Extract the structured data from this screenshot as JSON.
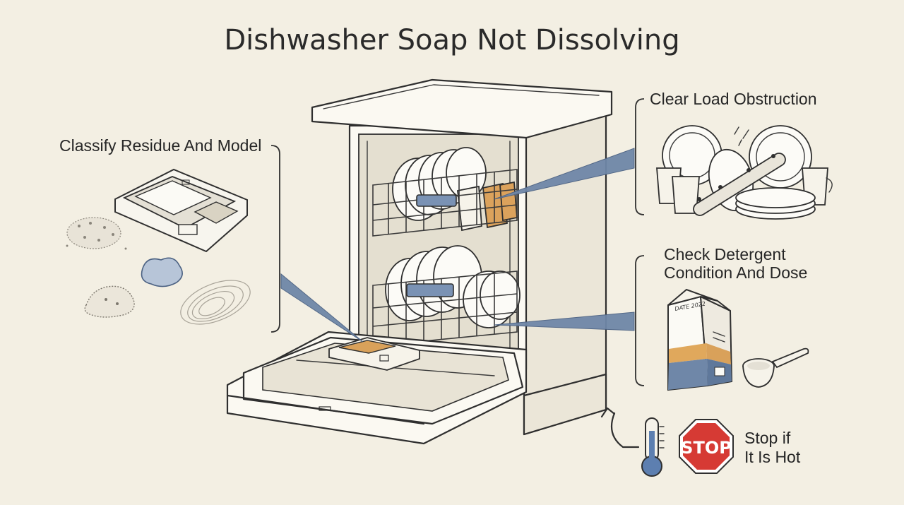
{
  "title": "Dishwasher Soap Not Dissolving",
  "labels": {
    "classify": "Classify Residue And Model",
    "clear_load": "Clear Load Obstruction",
    "check_detergent_line1": "Check Detergent",
    "check_detergent_line2": "Condition And Dose",
    "stop_line1": "Stop if",
    "stop_line2": "It Is Hot"
  },
  "sign": {
    "stop": "STOP"
  },
  "carton": {
    "date": "DATE 2022"
  },
  "colors": {
    "background": "#f3efe3",
    "callout_blue": "#6f87a8",
    "detergent_orange": "#e0a85c",
    "stop_red": "#d63a34",
    "thermometer_blue": "#5d7fb0"
  },
  "icons": {
    "thermometer": "thermometer-icon",
    "stop_sign": "stop-sign-icon",
    "curved_arrow": "curved-arrow-icon"
  }
}
